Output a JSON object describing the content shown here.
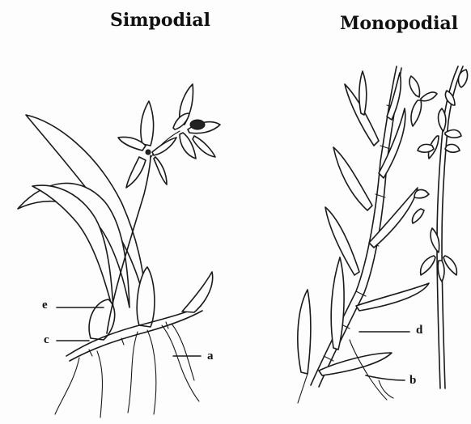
{
  "titles": {
    "left": "Simpodial",
    "right": "Monopodial"
  },
  "labels": {
    "a": "a",
    "b": "b",
    "c": "c",
    "d": "d",
    "e": "e"
  }
}
